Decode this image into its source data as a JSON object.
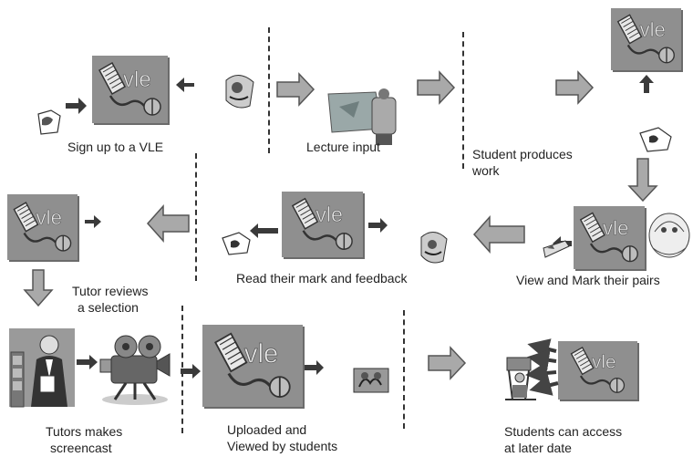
{
  "vle_text": "vle",
  "labels": {
    "sign_up": "Sign up to a VLE",
    "lecture": "Lecture input",
    "student_work": [
      "Student produces",
      "work"
    ],
    "view_mark": "View and Mark their pairs",
    "read_mark": "Read their mark and feedback",
    "tutor_reviews": [
      "Tutor reviews",
      "a selection"
    ],
    "tutor_screencast": [
      "Tutors makes",
      "screencast"
    ],
    "uploaded": [
      "Uploaded and",
      "Viewed by students"
    ],
    "later": [
      "Students can access",
      "at later date"
    ]
  },
  "colors": {
    "vle_box": "#8f8f8f",
    "arrow_fill": "#a9a9a9",
    "arrow_stroke": "#555555",
    "dark_arrow": "#444444"
  }
}
